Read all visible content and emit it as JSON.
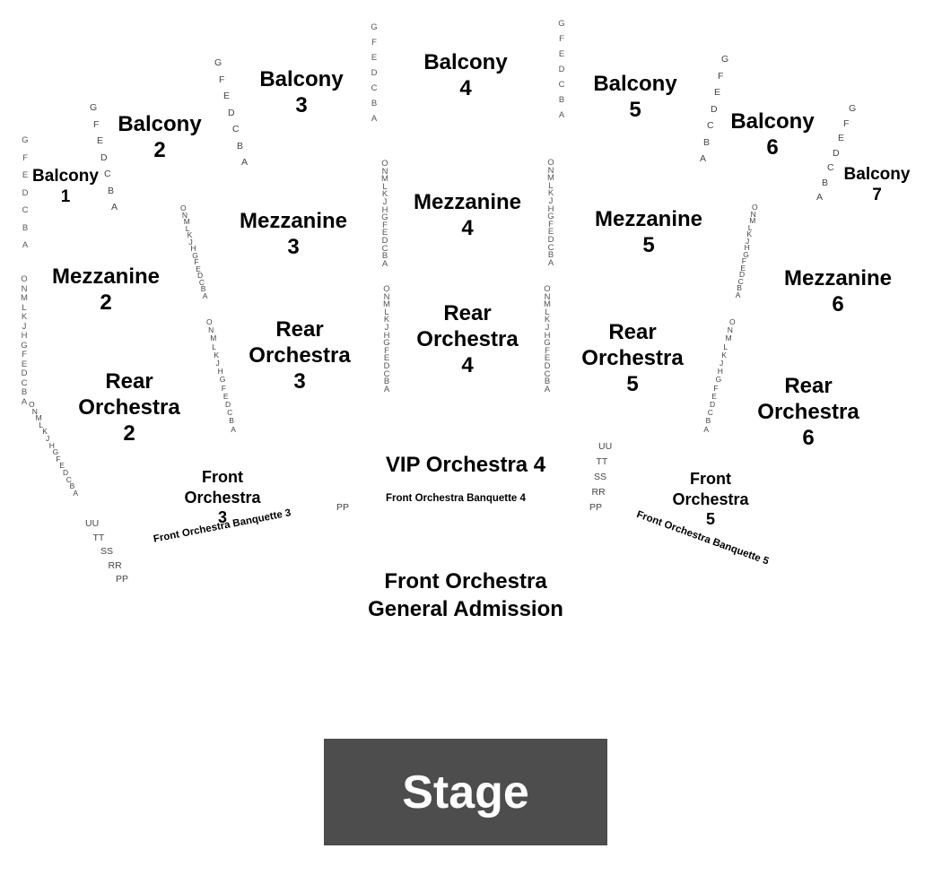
{
  "stage": "Stage",
  "ga": {
    "line1": "Front Orchestra",
    "line2": "General Admission"
  },
  "vip": "VIP Orchestra 4",
  "banquettes": {
    "b3": "Front Orchestra Banquette 3",
    "b4": "Front Orchestra Banquette 4",
    "b5": "Front Orchestra Banquette 5"
  },
  "balcony": [
    {
      "name": "Balcony",
      "num": "1"
    },
    {
      "name": "Balcony",
      "num": "2"
    },
    {
      "name": "Balcony",
      "num": "3"
    },
    {
      "name": "Balcony",
      "num": "4"
    },
    {
      "name": "Balcony",
      "num": "5"
    },
    {
      "name": "Balcony",
      "num": "6"
    },
    {
      "name": "Balcony",
      "num": "7"
    }
  ],
  "mezzanine": [
    {
      "name": "Mezzanine",
      "num": "2"
    },
    {
      "name": "Mezzanine",
      "num": "3"
    },
    {
      "name": "Mezzanine",
      "num": "4"
    },
    {
      "name": "Mezzanine",
      "num": "5"
    },
    {
      "name": "Mezzanine",
      "num": "6"
    }
  ],
  "rear_orchestra": [
    {
      "l1": "Rear",
      "l2": "Orchestra",
      "num": "2"
    },
    {
      "l1": "Rear",
      "l2": "Orchestra",
      "num": "3"
    },
    {
      "l1": "Rear",
      "l2": "Orchestra",
      "num": "4"
    },
    {
      "l1": "Rear",
      "l2": "Orchestra",
      "num": "5"
    },
    {
      "l1": "Rear",
      "l2": "Orchestra",
      "num": "6"
    }
  ],
  "front_orchestra": [
    {
      "l1": "Front",
      "l2": "Orchestra",
      "num": "3"
    },
    {
      "l1": "Front",
      "l2": "Orchestra",
      "num": "5"
    }
  ],
  "balcony_rows": "GFEDCBA",
  "orch_rows": "ONMLKJHGFEDCBA",
  "front_rows": [
    "UU",
    "TT",
    "SS",
    "RR",
    "PP"
  ],
  "pp": "PP"
}
